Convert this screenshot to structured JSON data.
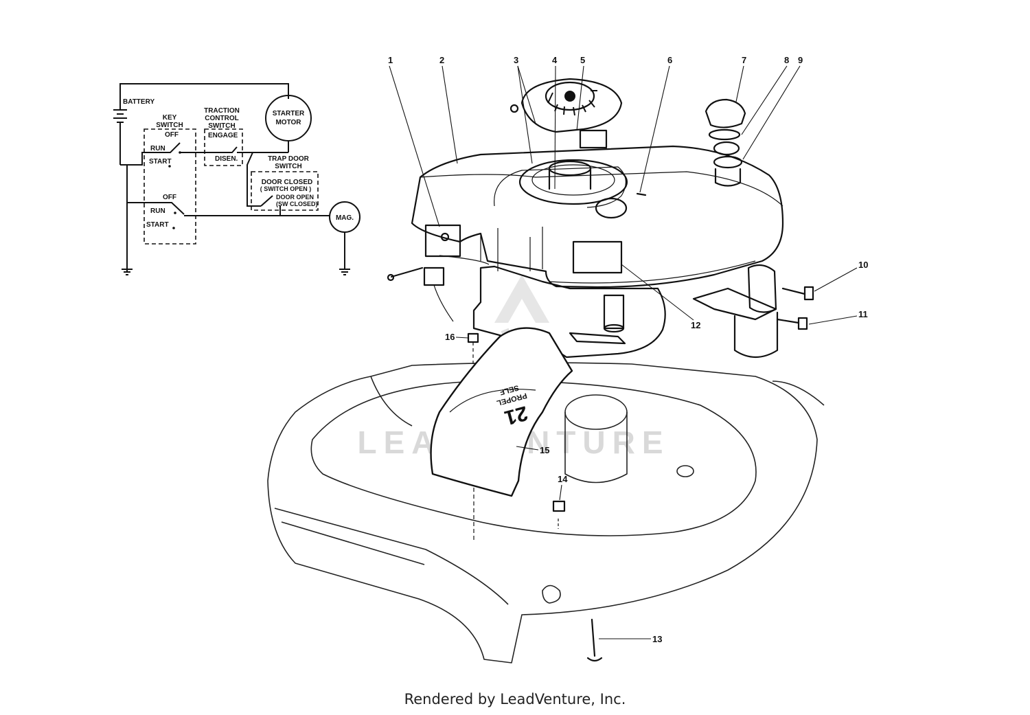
{
  "schematic": {
    "battery": "BATTERY",
    "key_switch": [
      "KEY",
      "SWITCH"
    ],
    "traction_switch": [
      "TRACTION",
      "CONTROL",
      "SWITCH"
    ],
    "starter_motor": [
      "STARTER",
      "MOTOR"
    ],
    "off_1": "OFF",
    "run_1": "RUN",
    "start_1": "START",
    "off_2": "OFF",
    "run_2": "RUN",
    "start_2": "START",
    "engage": "ENGAGE",
    "disen": "DISEN.",
    "trap_door_switch": [
      "TRAP DOOR",
      "SWITCH"
    ],
    "door_closed": "DOOR CLOSED",
    "switch_open": "( SWITCH OPEN )",
    "door_open": "DOOR OPEN",
    "sw_closed": "(SW CLOSED)",
    "mag": "MAG."
  },
  "callouts": [
    "1",
    "2",
    "3",
    "4",
    "5",
    "6",
    "7",
    "8",
    "9",
    "10",
    "11",
    "12",
    "13",
    "14",
    "15",
    "16"
  ],
  "decal": {
    "number": "21",
    "line1": "PROPEL",
    "line2": "SELF"
  },
  "watermark": "LEADVENTURE",
  "footer": "Rendered by LeadVenture, Inc."
}
